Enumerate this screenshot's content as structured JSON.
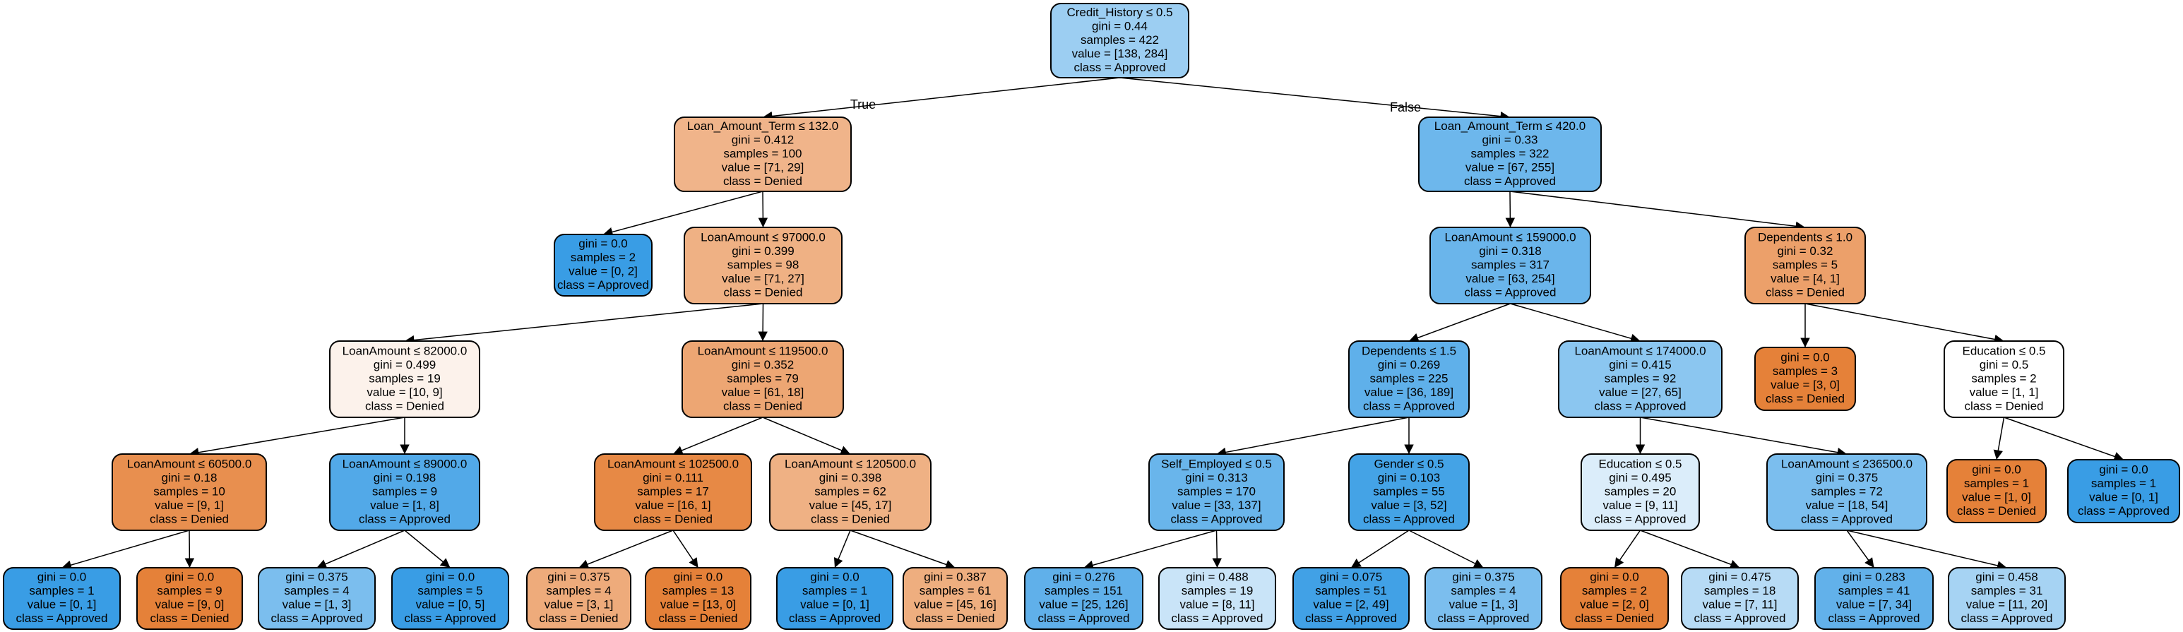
{
  "diagram": {
    "edge_labels": {
      "true_label": "True",
      "false_label": "False"
    },
    "colors": {
      "orange": "#e58139",
      "blue": "#399de5",
      "border": "#000000",
      "background": "#ffffff"
    },
    "nodes": [
      {
        "id": "n0",
        "lines": [
          "Credit_History ≤ 0.5",
          "gini = 0.44",
          "samples = 422",
          "value = [138, 284]",
          "class = Approved"
        ],
        "fill": "#9ccef2"
      },
      {
        "id": "n1",
        "lines": [
          "Loan_Amount_Term ≤ 132.0",
          "gini = 0.412",
          "samples = 100",
          "value = [71, 29]",
          "class = Denied"
        ],
        "fill": "#f0b48a"
      },
      {
        "id": "n2",
        "lines": [
          "gini = 0.0",
          "samples = 2",
          "value = [0, 2]",
          "class = Approved"
        ],
        "fill": "#399de5"
      },
      {
        "id": "n3",
        "lines": [
          "LoanAmount ≤ 97000.0",
          "gini = 0.399",
          "samples = 98",
          "value = [71, 27]",
          "class = Denied"
        ],
        "fill": "#efb184"
      },
      {
        "id": "n4",
        "lines": [
          "LoanAmount ≤ 82000.0",
          "gini = 0.499",
          "samples = 19",
          "value = [10, 9]",
          "class = Denied"
        ],
        "fill": "#fcf2eb"
      },
      {
        "id": "n5",
        "lines": [
          "LoanAmount ≤ 60500.0",
          "gini = 0.18",
          "samples = 10",
          "value = [9, 1]",
          "class = Denied"
        ],
        "fill": "#e88f4f"
      },
      {
        "id": "n6",
        "lines": [
          "gini = 0.0",
          "samples = 1",
          "value = [0, 1]",
          "class = Approved"
        ],
        "fill": "#399de5"
      },
      {
        "id": "n7",
        "lines": [
          "gini = 0.0",
          "samples = 9",
          "value = [9, 0]",
          "class = Denied"
        ],
        "fill": "#e58139"
      },
      {
        "id": "n8",
        "lines": [
          "LoanAmount ≤ 89000.0",
          "gini = 0.198",
          "samples = 9",
          "value = [1, 8]",
          "class = Approved"
        ],
        "fill": "#52a9e8"
      },
      {
        "id": "n9",
        "lines": [
          "gini = 0.375",
          "samples = 4",
          "value = [1, 3]",
          "class = Approved"
        ],
        "fill": "#7bbeee"
      },
      {
        "id": "n10",
        "lines": [
          "gini = 0.0",
          "samples = 5",
          "value = [0, 5]",
          "class = Approved"
        ],
        "fill": "#399de5"
      },
      {
        "id": "n11",
        "lines": [
          "LoanAmount ≤ 119500.0",
          "gini = 0.352",
          "samples = 79",
          "value = [61, 18]",
          "class = Denied"
        ],
        "fill": "#eda673"
      },
      {
        "id": "n12",
        "lines": [
          "LoanAmount ≤ 102500.0",
          "gini = 0.111",
          "samples = 17",
          "value = [16, 1]",
          "class = Denied"
        ],
        "fill": "#e78945"
      },
      {
        "id": "n13",
        "lines": [
          "gini = 0.375",
          "samples = 4",
          "value = [3, 1]",
          "class = Denied"
        ],
        "fill": "#eeab7b"
      },
      {
        "id": "n14",
        "lines": [
          "gini = 0.0",
          "samples = 13",
          "value = [13, 0]",
          "class = Denied"
        ],
        "fill": "#e58139"
      },
      {
        "id": "n15",
        "lines": [
          "LoanAmount ≤ 120500.0",
          "gini = 0.398",
          "samples = 62",
          "value = [45, 17]",
          "class = Denied"
        ],
        "fill": "#efb184"
      },
      {
        "id": "n16",
        "lines": [
          "gini = 0.0",
          "samples = 1",
          "value = [0, 1]",
          "class = Approved"
        ],
        "fill": "#399de5"
      },
      {
        "id": "n17",
        "lines": [
          "gini = 0.387",
          "samples = 61",
          "value = [45, 16]",
          "class = Denied"
        ],
        "fill": "#eeae7f"
      },
      {
        "id": "n18",
        "lines": [
          "Loan_Amount_Term ≤ 420.0",
          "gini = 0.33",
          "samples = 322",
          "value = [67, 255]",
          "class = Approved"
        ],
        "fill": "#6db7ec"
      },
      {
        "id": "n19",
        "lines": [
          "LoanAmount ≤ 159000.0",
          "gini = 0.318",
          "samples = 317",
          "value = [63, 254]",
          "class = Approved"
        ],
        "fill": "#6ab5eb"
      },
      {
        "id": "n20",
        "lines": [
          "Dependents ≤ 1.5",
          "gini = 0.269",
          "samples = 225",
          "value = [36, 189]",
          "class = Approved"
        ],
        "fill": "#5fb0ea"
      },
      {
        "id": "n21",
        "lines": [
          "Self_Employed ≤ 0.5",
          "gini = 0.313",
          "samples = 170",
          "value = [33, 137]",
          "class = Approved"
        ],
        "fill": "#69b5eb"
      },
      {
        "id": "n22",
        "lines": [
          "gini = 0.276",
          "samples = 151",
          "value = [25, 126]",
          "class = Approved"
        ],
        "fill": "#60b0ea"
      },
      {
        "id": "n23",
        "lines": [
          "gini = 0.488",
          "samples = 19",
          "value = [8, 11]",
          "class = Approved"
        ],
        "fill": "#c9e4f8"
      },
      {
        "id": "n24",
        "lines": [
          "Gender ≤ 0.5",
          "gini = 0.103",
          "samples = 55",
          "value = [3, 52]",
          "class = Approved"
        ],
        "fill": "#44a3e6"
      },
      {
        "id": "n25",
        "lines": [
          "gini = 0.075",
          "samples = 51",
          "value = [2, 49]",
          "class = Approved"
        ],
        "fill": "#41a1e6"
      },
      {
        "id": "n26",
        "lines": [
          "gini = 0.375",
          "samples = 4",
          "value = [1, 3]",
          "class = Approved"
        ],
        "fill": "#7bbeee"
      },
      {
        "id": "n27",
        "lines": [
          "LoanAmount ≤ 174000.0",
          "gini = 0.415",
          "samples = 92",
          "value = [27, 65]",
          "class = Approved"
        ],
        "fill": "#8bc6f0"
      },
      {
        "id": "n28",
        "lines": [
          "Education ≤ 0.5",
          "gini = 0.495",
          "samples = 20",
          "value = [9, 11]",
          "class = Approved"
        ],
        "fill": "#dbedfa"
      },
      {
        "id": "n29",
        "lines": [
          "gini = 0.0",
          "samples = 2",
          "value = [2, 0]",
          "class = Denied"
        ],
        "fill": "#e58139"
      },
      {
        "id": "n30",
        "lines": [
          "gini = 0.475",
          "samples = 18",
          "value = [7, 11]",
          "class = Approved"
        ],
        "fill": "#b7dbf5"
      },
      {
        "id": "n31",
        "lines": [
          "LoanAmount ≤ 236500.0",
          "gini = 0.375",
          "samples = 72",
          "value = [18, 54]",
          "class = Approved"
        ],
        "fill": "#7bbeee"
      },
      {
        "id": "n32",
        "lines": [
          "gini = 0.283",
          "samples = 41",
          "value = [7, 34]",
          "class = Approved"
        ],
        "fill": "#62b1ea"
      },
      {
        "id": "n33",
        "lines": [
          "gini = 0.458",
          "samples = 31",
          "value = [11, 20]",
          "class = Approved"
        ],
        "fill": "#a6d3f3"
      },
      {
        "id": "n34",
        "lines": [
          "Dependents ≤ 1.0",
          "gini = 0.32",
          "samples = 5",
          "value = [4, 1]",
          "class = Denied"
        ],
        "fill": "#eca06a"
      },
      {
        "id": "n35",
        "lines": [
          "gini = 0.0",
          "samples = 3",
          "value = [3, 0]",
          "class = Denied"
        ],
        "fill": "#e58139"
      },
      {
        "id": "n36",
        "lines": [
          "Education ≤ 0.5",
          "gini = 0.5",
          "samples = 2",
          "value = [1, 1]",
          "class = Denied"
        ],
        "fill": "#ffffff"
      },
      {
        "id": "n37",
        "lines": [
          "gini = 0.0",
          "samples = 1",
          "value = [1, 0]",
          "class = Denied"
        ],
        "fill": "#e58139"
      },
      {
        "id": "n38",
        "lines": [
          "gini = 0.0",
          "samples = 1",
          "value = [0, 1]",
          "class = Approved"
        ],
        "fill": "#399de5"
      }
    ],
    "edges": [
      [
        "n0",
        "n1"
      ],
      [
        "n0",
        "n18"
      ],
      [
        "n1",
        "n2"
      ],
      [
        "n1",
        "n3"
      ],
      [
        "n3",
        "n4"
      ],
      [
        "n3",
        "n11"
      ],
      [
        "n4",
        "n5"
      ],
      [
        "n4",
        "n8"
      ],
      [
        "n5",
        "n6"
      ],
      [
        "n5",
        "n7"
      ],
      [
        "n8",
        "n9"
      ],
      [
        "n8",
        "n10"
      ],
      [
        "n11",
        "n12"
      ],
      [
        "n11",
        "n15"
      ],
      [
        "n12",
        "n13"
      ],
      [
        "n12",
        "n14"
      ],
      [
        "n15",
        "n16"
      ],
      [
        "n15",
        "n17"
      ],
      [
        "n18",
        "n19"
      ],
      [
        "n18",
        "n34"
      ],
      [
        "n19",
        "n20"
      ],
      [
        "n19",
        "n27"
      ],
      [
        "n20",
        "n21"
      ],
      [
        "n20",
        "n24"
      ],
      [
        "n21",
        "n22"
      ],
      [
        "n21",
        "n23"
      ],
      [
        "n24",
        "n25"
      ],
      [
        "n24",
        "n26"
      ],
      [
        "n27",
        "n28"
      ],
      [
        "n27",
        "n31"
      ],
      [
        "n28",
        "n29"
      ],
      [
        "n28",
        "n30"
      ],
      [
        "n31",
        "n32"
      ],
      [
        "n31",
        "n33"
      ],
      [
        "n34",
        "n35"
      ],
      [
        "n34",
        "n36"
      ],
      [
        "n36",
        "n37"
      ],
      [
        "n36",
        "n38"
      ]
    ]
  }
}
